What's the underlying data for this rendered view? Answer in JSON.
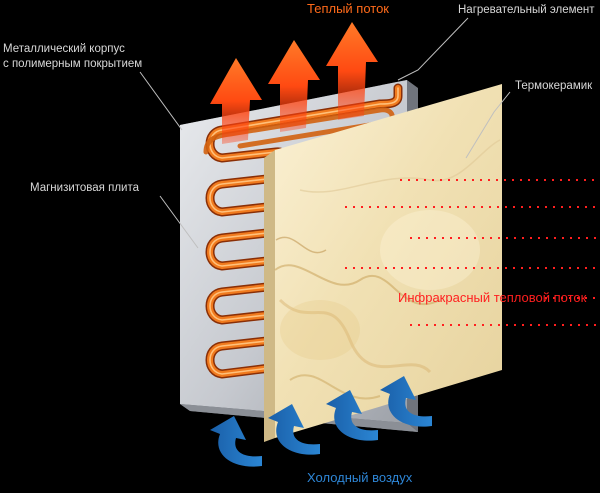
{
  "labels": {
    "warm_flow": "Теплый поток",
    "heating_element": "Нагревательный элемент",
    "housing_line1": "Металлический корпус",
    "housing_line2": "с полимерным покрытием",
    "thermoceramic": "Термокерамик",
    "magnesite_board": "Магнизитовая плита",
    "infrared_flow": "Инфракрасный тепловой поток",
    "cold_air": "Холодный воздух"
  },
  "colors": {
    "background": "#000000",
    "label_text": "#d8d8d8",
    "warm_flow": "#ff5a1a",
    "heating_coil": "#f07a1e",
    "infrared": "#ff1f1f",
    "cold_air": "#1f6fb8",
    "metal_panel": "#c9ccd2",
    "ceramic_panel": "#f0e2b8"
  },
  "icons": {
    "warm_arrow": "warm-air-arrow-icon",
    "cold_arrow": "cold-air-curved-arrow-icon"
  }
}
